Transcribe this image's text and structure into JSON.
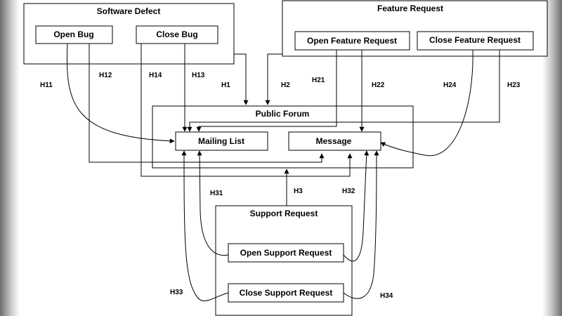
{
  "groups": {
    "software_defect": "Software Defect",
    "feature_request": "Feature Request",
    "public_forum": "Public Forum",
    "support_request": "Support Request"
  },
  "nodes": {
    "open_bug": "Open Bug",
    "close_bug": "Close Bug",
    "open_feature_request": "Open Feature Request",
    "close_feature_request": "Close Feature Request",
    "mailing_list": "Mailing List",
    "message": "Message",
    "open_support_request": "Open Support Request",
    "close_support_request": "Close Support Request"
  },
  "edges": {
    "h1": "H1",
    "h2": "H2",
    "h3": "H3",
    "h11": "H11",
    "h12": "H12",
    "h13": "H13",
    "h14": "H14",
    "h21": "H21",
    "h22": "H22",
    "h23": "H23",
    "h24": "H24",
    "h31": "H31",
    "h32": "H32",
    "h33": "H33",
    "h34": "H34"
  }
}
